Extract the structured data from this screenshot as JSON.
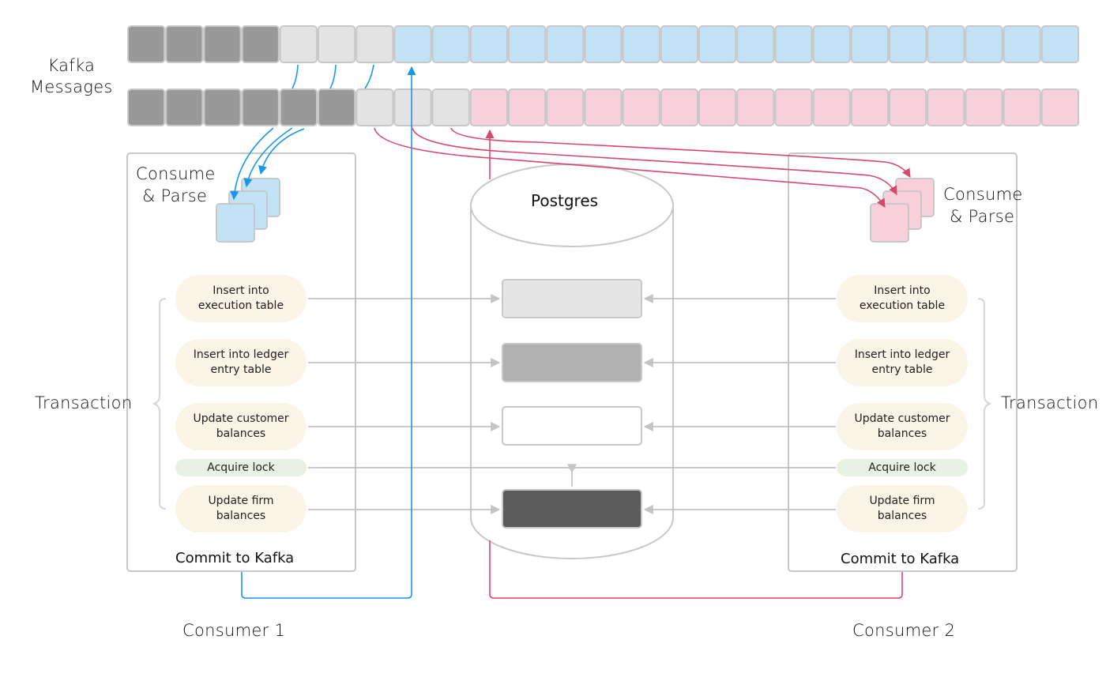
{
  "kafka_label": "Kafka\nMessages",
  "kafka_label_lines": [
    "Kafka",
    "Messages"
  ],
  "topic_rows": [
    {
      "name": "partition-1",
      "cells": [
        "committed",
        "committed",
        "committed",
        "committed",
        "in-flight",
        "in-flight",
        "in-flight",
        "pending",
        "pending",
        "pending",
        "pending",
        "pending",
        "pending",
        "pending",
        "pending",
        "pending",
        "pending",
        "pending",
        "pending",
        "pending",
        "pending",
        "pending",
        "pending",
        "pending",
        "pending"
      ]
    },
    {
      "name": "partition-2",
      "cells": [
        "committed",
        "committed",
        "committed",
        "committed",
        "committed",
        "committed",
        "in-flight",
        "in-flight",
        "in-flight",
        "pending",
        "pending",
        "pending",
        "pending",
        "pending",
        "pending",
        "pending",
        "pending",
        "pending",
        "pending",
        "pending",
        "pending",
        "pending",
        "pending",
        "pending",
        "pending"
      ]
    }
  ],
  "colors": {
    "committed": "#999999",
    "in_flight": "#e3e3e3",
    "pending_consumer1": "#c2e2f5",
    "pending_consumer2": "#f8d0dc",
    "consumer1_arrow": "#1a97e8",
    "consumer2_arrow": "#d8476f",
    "box_border": "#c8c8c8",
    "step_pill": "#faf5e6",
    "lock_pill": "#e7f2e3",
    "table_light": "#e5e5e5",
    "table_mid": "#b0b0b0",
    "table_white": "#ffffff",
    "table_dark": "#5c5c5c"
  },
  "consumer1": {
    "consume_parse": [
      "Consume",
      "& Parse"
    ],
    "steps": [
      {
        "text": "Insert into\nexecution table",
        "kind": "step"
      },
      {
        "text": "Insert into ledger\nentry table",
        "kind": "step"
      },
      {
        "text": "Update customer\nbalances",
        "kind": "step"
      },
      {
        "text": "Acquire lock",
        "kind": "lock"
      },
      {
        "text": "Update firm\nbalances",
        "kind": "step"
      }
    ],
    "transaction_label": "Transaction",
    "commit_label": "Commit to Kafka",
    "name": "Consumer 1"
  },
  "consumer2": {
    "consume_parse": [
      "Consume",
      "& Parse"
    ],
    "steps": [
      {
        "text": "Insert into\nexecution table",
        "kind": "step"
      },
      {
        "text": "Insert into ledger\nentry table",
        "kind": "step"
      },
      {
        "text": "Update customer\nbalances",
        "kind": "step"
      },
      {
        "text": "Acquire lock",
        "kind": "lock"
      },
      {
        "text": "Update firm\nbalances",
        "kind": "step"
      }
    ],
    "transaction_label": "Transaction",
    "commit_label": "Commit to Kafka",
    "name": "Consumer 2"
  },
  "database": {
    "label": "Postgres",
    "tables": [
      {
        "name": "execution-table",
        "shade": "light"
      },
      {
        "name": "ledger-entry-table",
        "shade": "mid"
      },
      {
        "name": "customer-balances-table",
        "shade": "white"
      },
      {
        "name": "firm-balances-table",
        "shade": "dark"
      }
    ]
  }
}
